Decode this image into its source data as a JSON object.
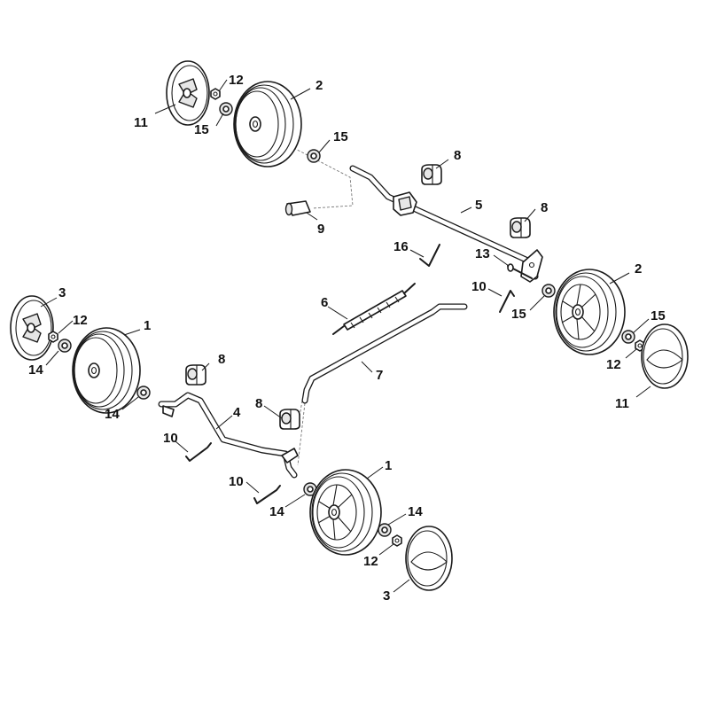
{
  "parts": {
    "wheel_front": "1",
    "wheel_rear": "2",
    "cover_front": "3",
    "axle_front": "4",
    "axle_rear": "5",
    "spring": "6",
    "height_rod": "7",
    "bushing": "8",
    "knob": "9",
    "clip": "10",
    "cover_rear": "11",
    "nut": "12",
    "pin": "13",
    "washer_front": "14",
    "washer_rear": "15",
    "spring_clip": "16"
  }
}
